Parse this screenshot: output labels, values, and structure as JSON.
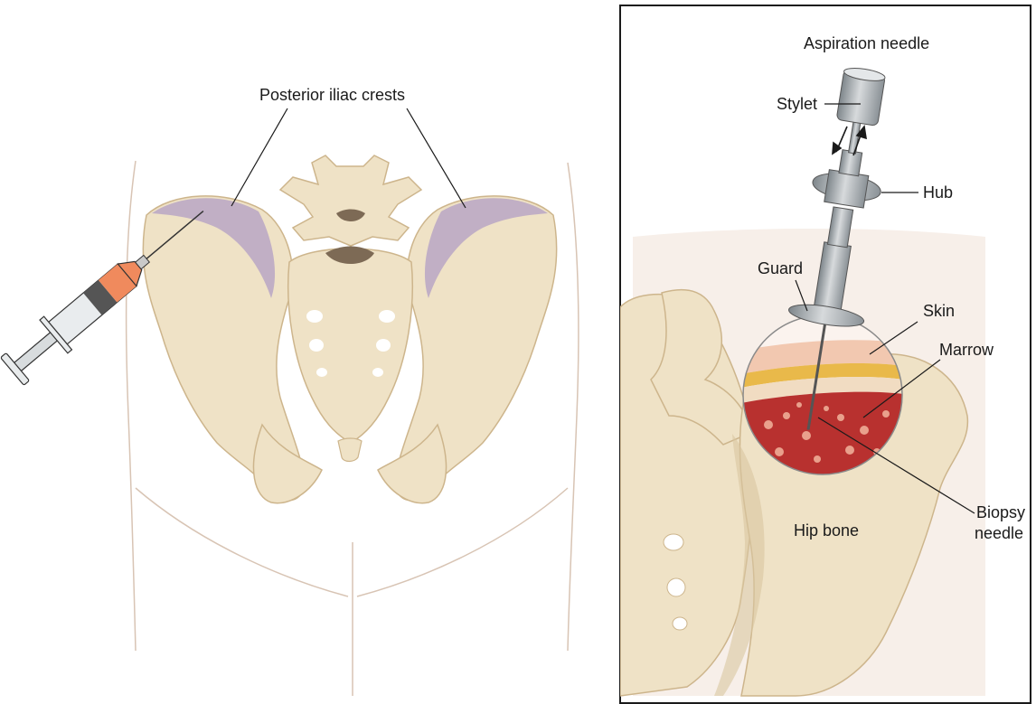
{
  "labels": {
    "posterior_iliac_crests": "Posterior iliac crests",
    "aspiration_needle": "Aspiration needle",
    "stylet": "Stylet",
    "hub": "Hub",
    "guard": "Guard",
    "skin": "Skin",
    "marrow": "Marrow",
    "biopsy_needle_line1": "Biopsy",
    "biopsy_needle_line2": "needle",
    "hip_bone": "Hip bone"
  },
  "colors": {
    "bone": "#efe2c6",
    "bone_shadow": "#d9c6a0",
    "crest_highlight": "#b9a6c4",
    "skin_outline": "#e3d3c6",
    "syringe_tip": "#f08a5d",
    "needle_metal": "#9ea4a8",
    "marrow_red": "#b8312f",
    "skin_layer": "#f2c8b0",
    "fat_layer": "#e9b94a"
  }
}
